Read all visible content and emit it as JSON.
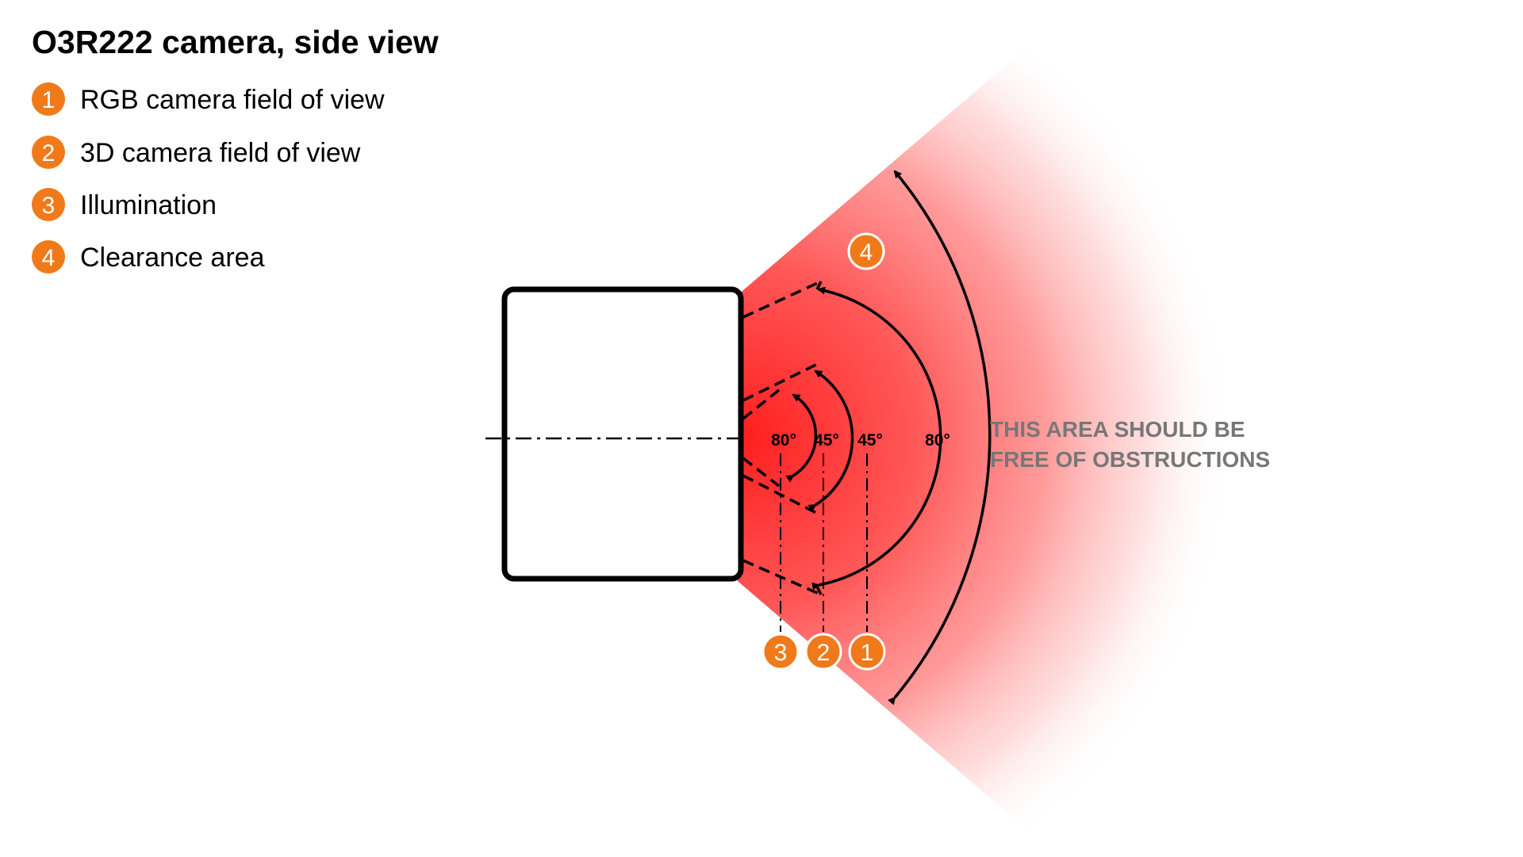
{
  "title": "O3R222 camera, side view",
  "legend": [
    {
      "number": "1",
      "label": "RGB camera field of view"
    },
    {
      "number": "2",
      "label": "3D camera field of view"
    },
    {
      "number": "3",
      "label": "Illumination"
    },
    {
      "number": "4",
      "label": "Clearance area"
    }
  ],
  "angles": {
    "illumination": "80°",
    "camera_3d": "45°",
    "rgb": "45°",
    "clearance": "80°"
  },
  "markers": {
    "illumination": "3",
    "camera_3d": "2",
    "rgb": "1",
    "clearance": "4"
  },
  "note": {
    "line1": "THIS AREA SHOULD BE",
    "line2": "FREE OF OBSTRUCTIONS"
  },
  "colors": {
    "accent": "#f07a1a",
    "clearance_zone": "#ff2a2a",
    "note_text": "#777777"
  }
}
